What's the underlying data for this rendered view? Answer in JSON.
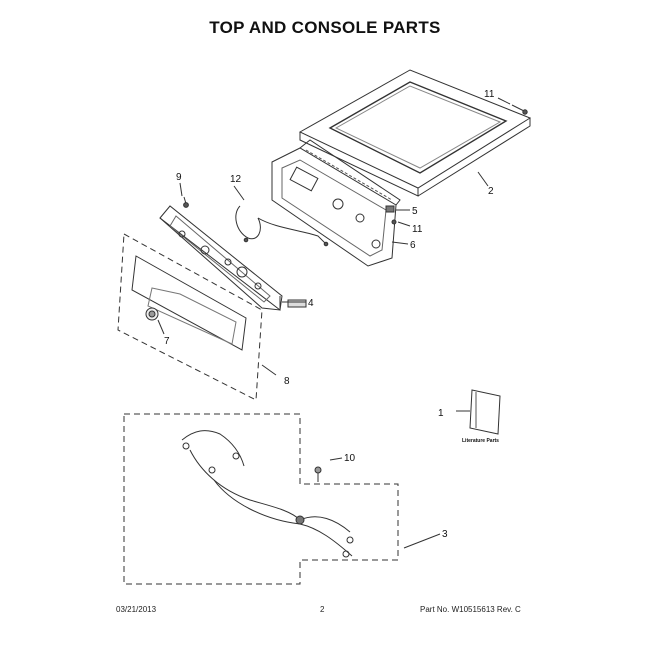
{
  "title": "TOP AND CONSOLE PARTS",
  "callouts": {
    "c1": "1",
    "c2": "2",
    "c3": "3",
    "c4": "4",
    "c5": "5",
    "c6": "6",
    "c7": "7",
    "c8": "8",
    "c9": "9",
    "c10": "10",
    "c11a": "11",
    "c11b": "11",
    "c12": "12"
  },
  "literature_label": "Literature Parts",
  "footer": {
    "date": "03/21/2013",
    "page": "2",
    "part_no": "Part No. W10515613  Rev. C"
  }
}
